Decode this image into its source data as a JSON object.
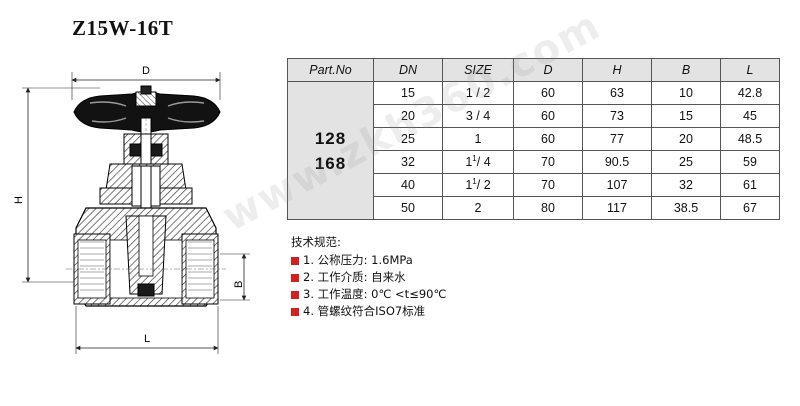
{
  "title": "Z15W-16T",
  "drawing": {
    "label_d": "D",
    "label_h": "H",
    "label_b": "B",
    "label_l": "L"
  },
  "table": {
    "headers": [
      "Part.No",
      "DN",
      "SIZE",
      "D",
      "H",
      "B",
      "L"
    ],
    "part_no": [
      "128",
      "168"
    ],
    "rows": [
      {
        "dn": "15",
        "size_main": "1 / 2",
        "size_sup": "",
        "size_rest": "",
        "d": "60",
        "h": "63",
        "b": "10",
        "l": "42.8"
      },
      {
        "dn": "20",
        "size_main": "3 / 4",
        "size_sup": "",
        "size_rest": "",
        "d": "60",
        "h": "73",
        "b": "15",
        "l": "45"
      },
      {
        "dn": "25",
        "size_main": "1",
        "size_sup": "",
        "size_rest": "",
        "d": "60",
        "h": "77",
        "b": "20",
        "l": "48.5"
      },
      {
        "dn": "32",
        "size_main": "1",
        "size_sup": "1",
        "size_rest": "/ 4",
        "d": "70",
        "h": "90.5",
        "b": "25",
        "l": "59"
      },
      {
        "dn": "40",
        "size_main": "1",
        "size_sup": "1",
        "size_rest": "/ 2",
        "d": "70",
        "h": "107",
        "b": "32",
        "l": "61"
      },
      {
        "dn": "50",
        "size_main": "2",
        "size_sup": "",
        "size_rest": "",
        "d": "80",
        "h": "117",
        "b": "38.5",
        "l": "67"
      }
    ]
  },
  "notes": {
    "heading": "技术规范:",
    "items": [
      "1. 公称压力: 1.6MPa",
      "2. 工作介质: 自来水",
      "3. 工作温度: 0℃ <t≤90℃",
      "4. 管螺纹符合ISO7标准"
    ],
    "bullet_color": "#d62020"
  },
  "watermark": "www.zkh360.com"
}
